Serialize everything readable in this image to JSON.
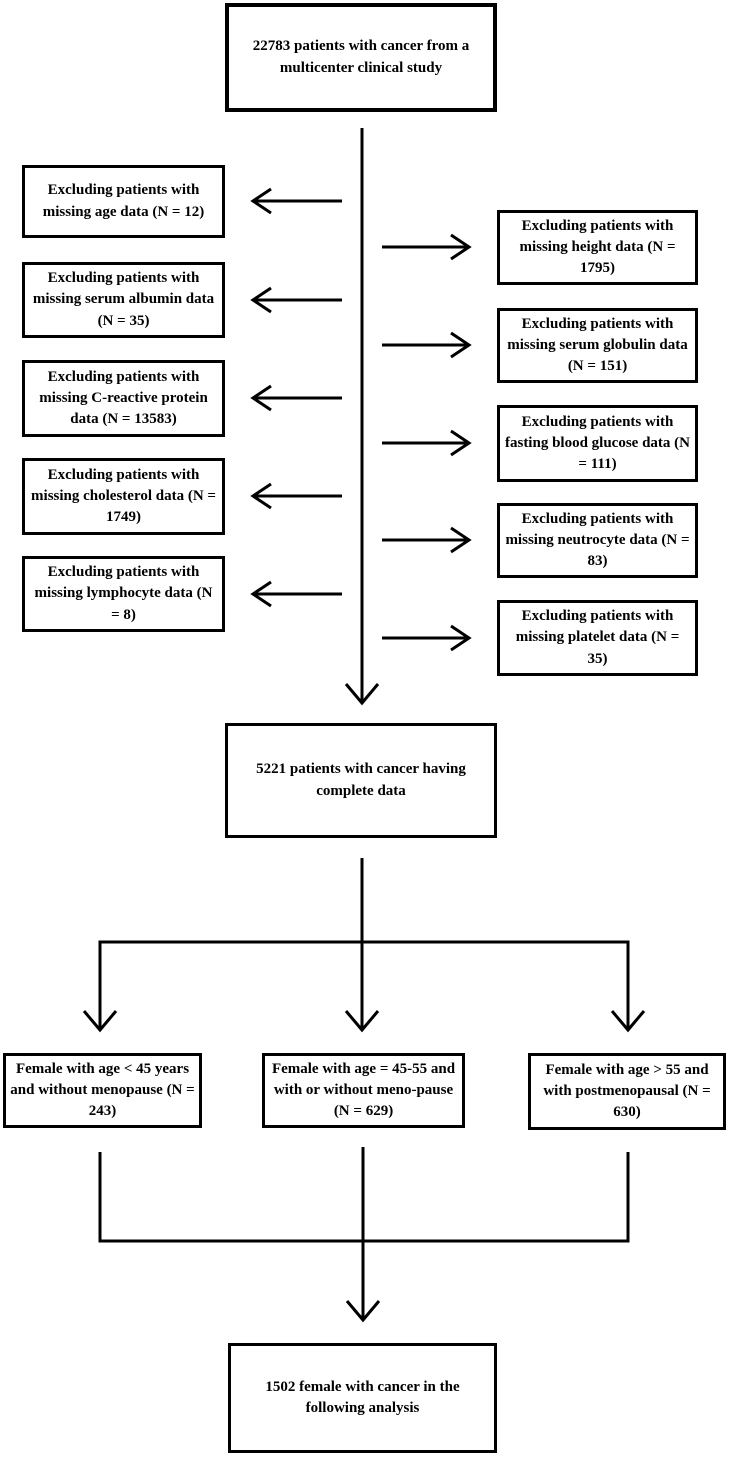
{
  "flowchart": {
    "top_box": {
      "text": "22783 patients with cancer  from a multicenter clinical study"
    },
    "left_exclusions": [
      {
        "text": "Excluding patients with missing age data (N = 12)"
      },
      {
        "text": "Excluding patients with missing serum albumin data (N = 35)"
      },
      {
        "text": "Excluding patients with missing C-reactive protein data (N = 13583)"
      },
      {
        "text": "Excluding patients with missing cholesterol data (N = 1749)"
      },
      {
        "text": "Excluding patients with missing lymphocyte data (N = 8)"
      }
    ],
    "right_exclusions": [
      {
        "text": "Excluding patients with missing height data (N = 1795)"
      },
      {
        "text": "Excluding patients with missing serum globulin data (N = 151)"
      },
      {
        "text": "Excluding patients with fasting blood glucose data (N = 111)"
      },
      {
        "text": "Excluding patients with missing neutrocyte data (N = 83)"
      },
      {
        "text": "Excluding patients with missing platelet data (N = 35)"
      }
    ],
    "complete_box": {
      "text": "5221 patients with cancer having complete data"
    },
    "group_boxes": [
      {
        "text": "Female with age < 45 years and without menopause (N = 243)"
      },
      {
        "text": "Female with age = 45-55 and with or without meno-pause (N = 629)"
      },
      {
        "text": "Female with age > 55 and with postmenopausal (N = 630)"
      }
    ],
    "final_box": {
      "text": "1502 female with cancer in the following analysis"
    },
    "colors": {
      "line": "#000000",
      "box_border": "#000000",
      "background": "#ffffff"
    }
  }
}
